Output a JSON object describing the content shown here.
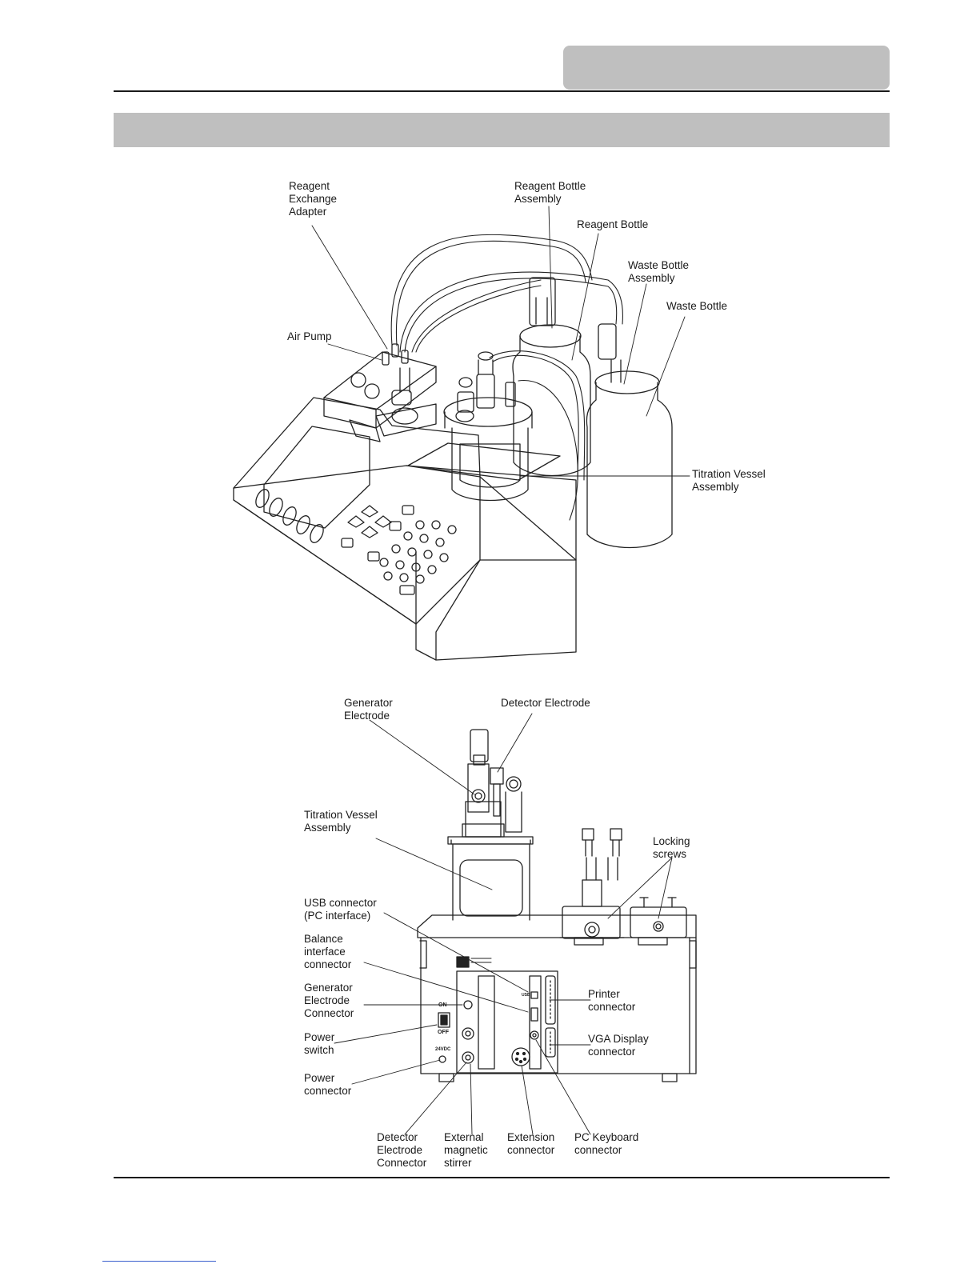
{
  "top_figure": {
    "labels": {
      "reagent_exchange_adapter": [
        "Reagent",
        "Exchange",
        "Adapter"
      ],
      "reagent_bottle_assembly": [
        "Reagent Bottle",
        "Assembly"
      ],
      "reagent_bottle": [
        "Reagent Bottle"
      ],
      "waste_bottle_assembly": [
        "Waste Bottle",
        "Assembly"
      ],
      "waste_bottle": [
        "Waste Bottle"
      ],
      "air_pump": [
        "Air Pump"
      ],
      "titration_vessel_assembly": [
        "Titration Vessel",
        "Assembly"
      ]
    }
  },
  "bottom_figure": {
    "labels": {
      "generator_electrode": [
        "Generator",
        "Electrode"
      ],
      "detector_electrode": [
        "Detector Electrode"
      ],
      "titration_vessel_assembly": [
        "Titration Vessel",
        "Assembly"
      ],
      "locking_screws": [
        "Locking",
        "screws"
      ],
      "usb_connector": [
        "USB connector",
        "(PC interface)"
      ],
      "balance_interface_connector": [
        "Balance",
        "interface",
        "connector"
      ],
      "generator_electrode_connector": [
        "Generator",
        "Electrode",
        "Connector"
      ],
      "power_switch": [
        "Power",
        "switch"
      ],
      "power_connector": [
        "Power",
        "connector"
      ],
      "printer_connector": [
        "Printer",
        "connector"
      ],
      "vga_display_connector": [
        "VGA Display",
        "connector"
      ],
      "detector_electrode_connector": [
        "Detector",
        "Electrode",
        "Connector"
      ],
      "external_magnetic_stirrer": [
        "External",
        "magnetic",
        "stirrer"
      ],
      "extension_connector": [
        "Extension",
        "connector"
      ],
      "pc_keyboard_connector": [
        "PC Keyboard",
        "connector"
      ]
    },
    "panel_markings": {
      "on": "ON",
      "off": "OFF",
      "voltage": "24VDC",
      "usb": "USB"
    }
  }
}
